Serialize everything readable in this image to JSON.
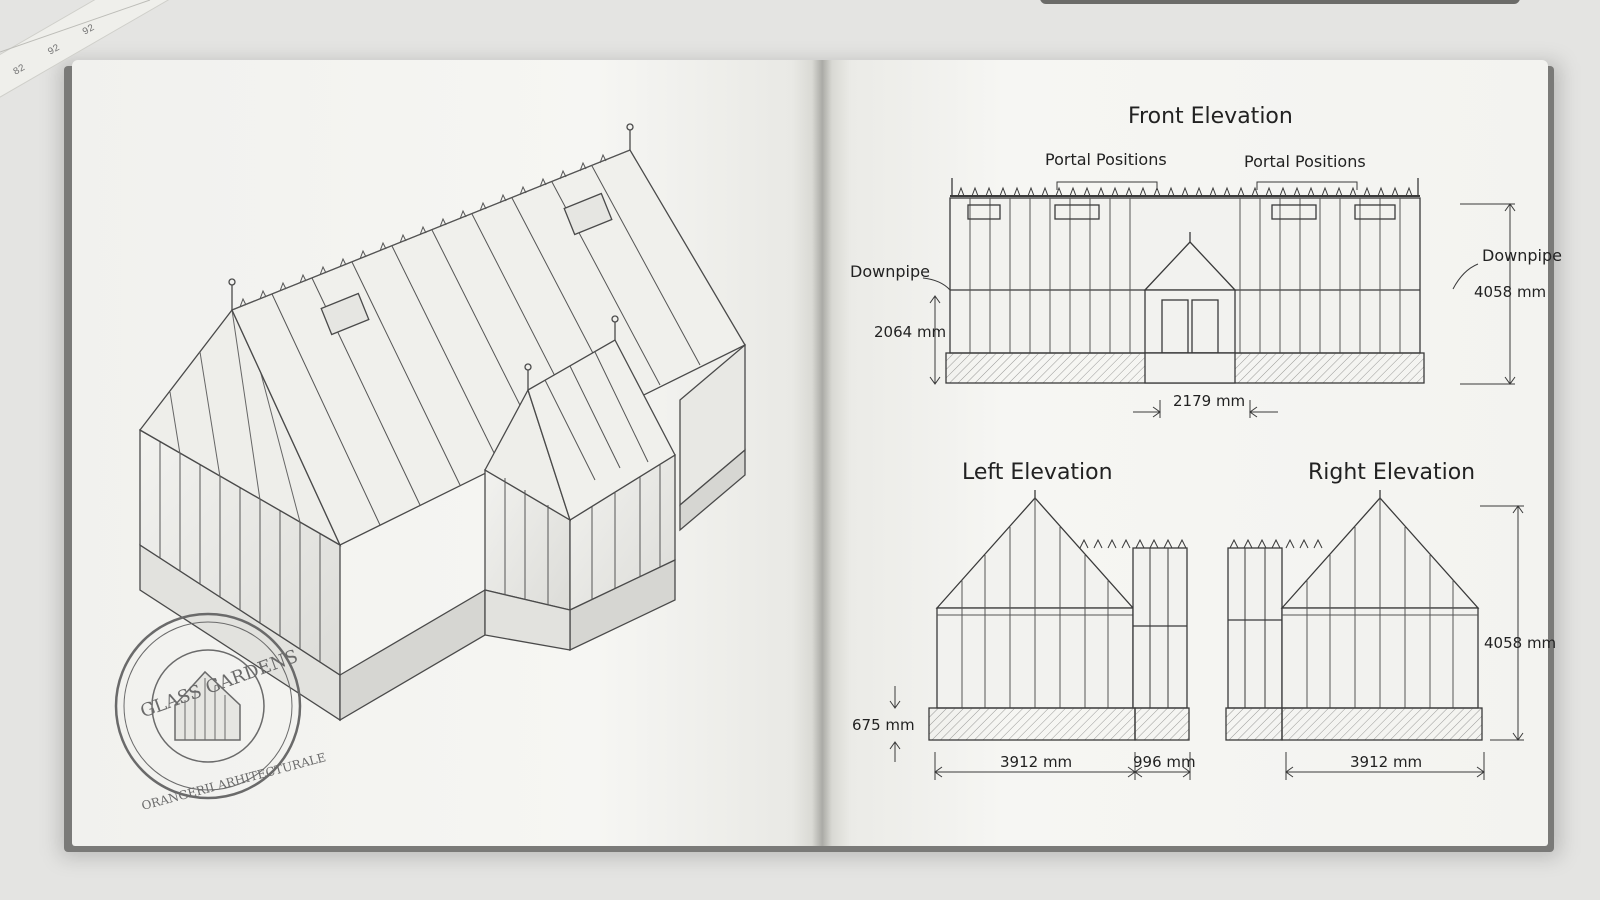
{
  "scene": "open sketchbook with greenhouse drawings",
  "ruler": {
    "ticks": [
      "82",
      "92",
      "92"
    ]
  },
  "stamp": {
    "brand": "GLASS GARDENS",
    "subtitle": "ORANGERII ARHITECTURALE"
  },
  "front_elevation": {
    "title": "Front Elevation",
    "portal_left": "Portal Positions",
    "portal_right": "Portal Positions",
    "downpipe_left": "Downpipe",
    "downpipe_right": "Downpipe",
    "height_left": "2064 mm",
    "height_right": "4058 mm",
    "door_width": "2179 mm"
  },
  "left_elevation": {
    "title": "Left Elevation",
    "base_height": "675 mm",
    "width_main": "3912 mm",
    "width_side": "996 mm"
  },
  "right_elevation": {
    "title": "Right Elevation",
    "height": "4058 mm",
    "width": "3912 mm"
  },
  "colors": {
    "paper": "#f4f4f1",
    "ink": "#3a3a3a",
    "cover": "#7a7a78"
  }
}
